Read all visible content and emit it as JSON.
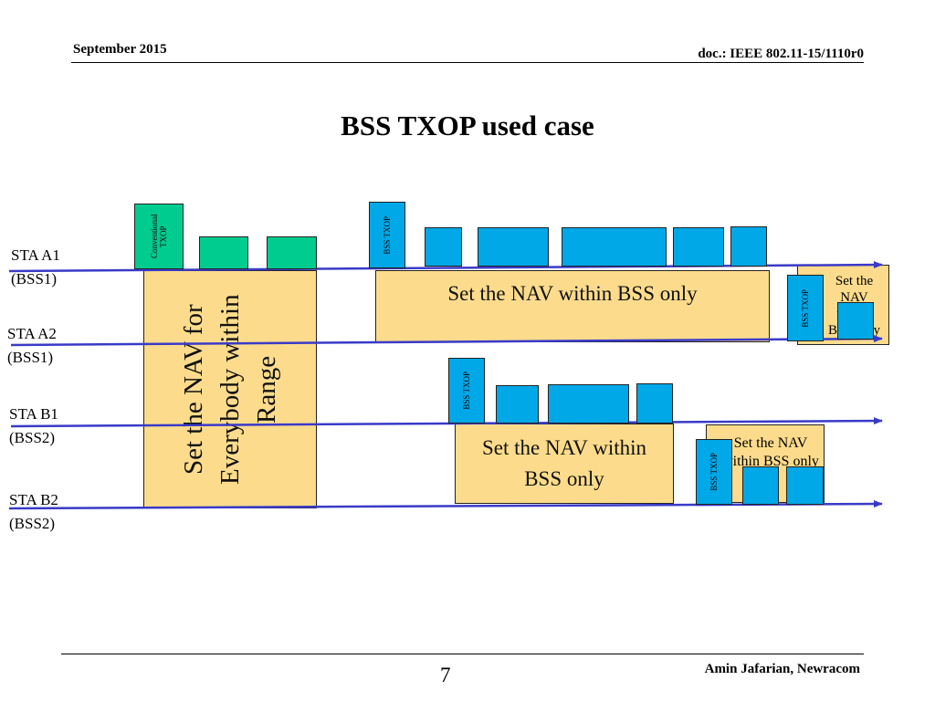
{
  "header": {
    "date": "September 2015",
    "doc_id": "doc.: IEEE 802.11-15/1110r0"
  },
  "title": "BSS TXOP used case",
  "stations": [
    {
      "name": "STA A1",
      "bss": "(BSS1)"
    },
    {
      "name": "STA A2",
      "bss": "(BSS1)"
    },
    {
      "name": "STA B1",
      "bss": "(BSS2)"
    },
    {
      "name": "STA B2",
      "bss": "(BSS2)"
    }
  ],
  "labels": {
    "conventional_txop": "Conventional TXOP",
    "bss_txop": "BSS TXOP",
    "nav_everybody": "Set the NAV for Everybody within Range",
    "nav_bss_a": "Set the NAV within BSS only",
    "nav_bss_b": "Set the NAV within BSS only",
    "nav_small_a": "Set the NAV within BSS only",
    "nav_small_b": "Set the NAV within BSS only"
  },
  "colors": {
    "timeline": "#3a3ac8",
    "conventional_frame": "#00cc8f",
    "bss_frame": "#00a8e8",
    "nav_box": "#fcdc8c"
  },
  "footer": {
    "page_number": "7",
    "author": "Amin Jafarian, Newracom"
  }
}
